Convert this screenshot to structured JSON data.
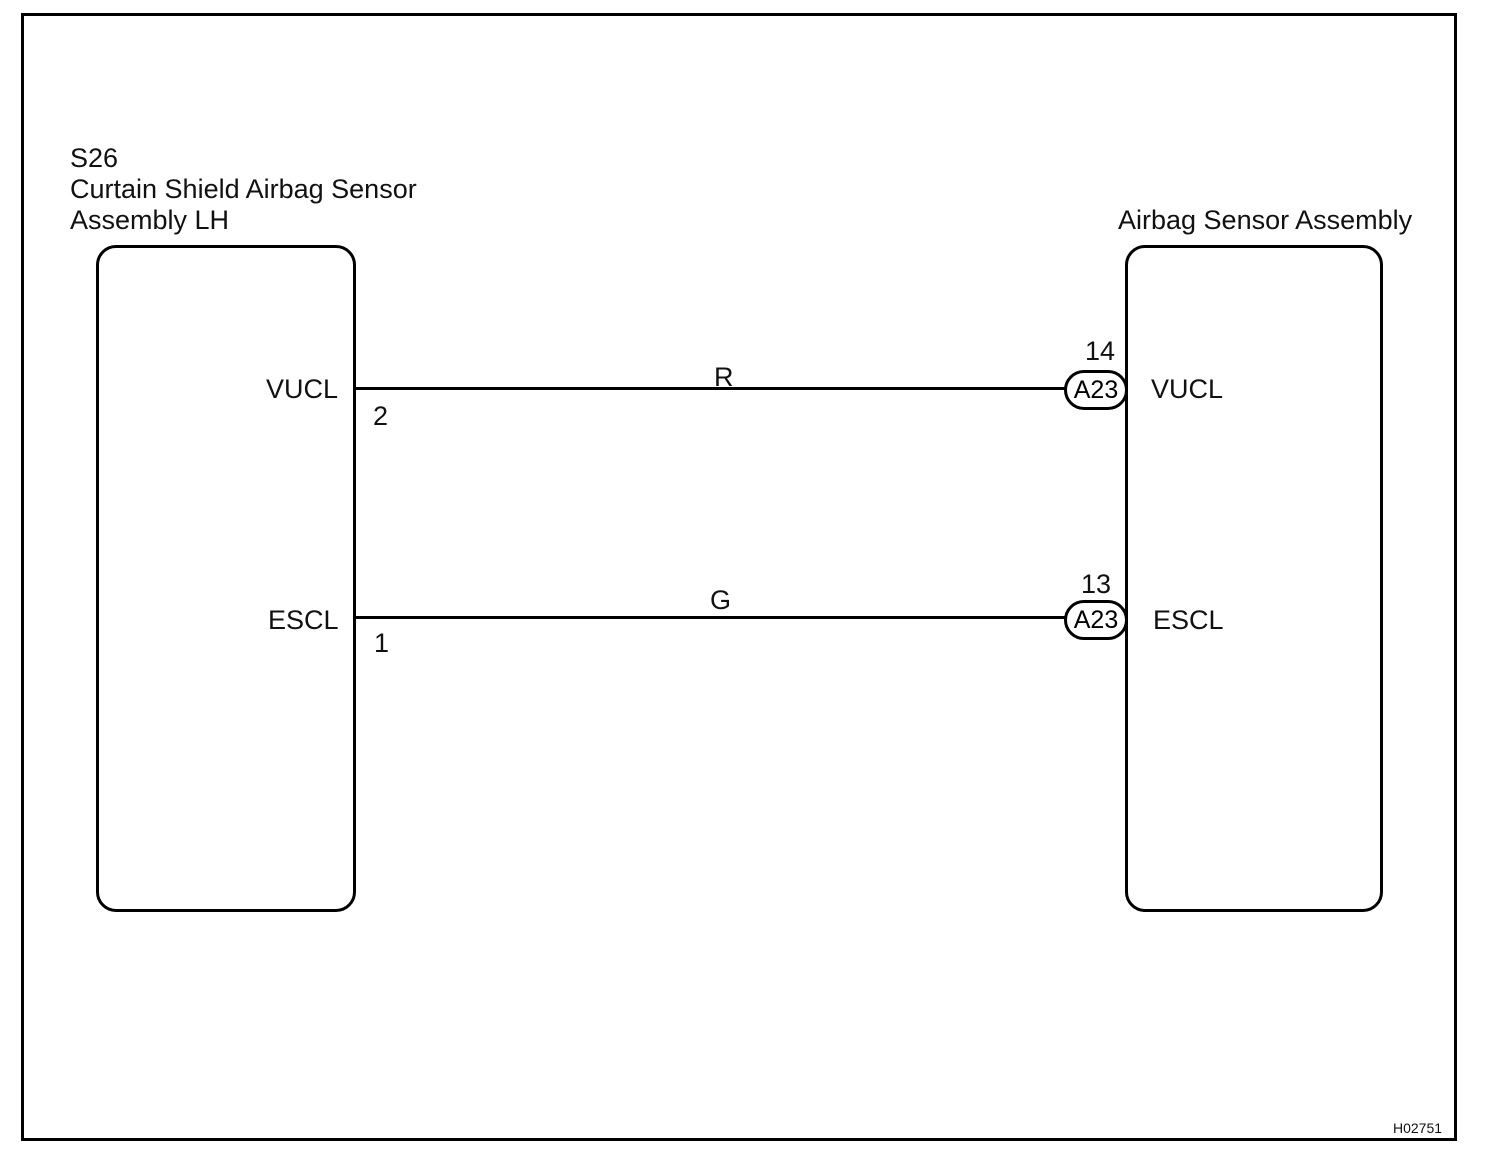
{
  "left_component": {
    "code": "S26",
    "name_line1": "Curtain Shield Airbag Sensor",
    "name_line2": "Assembly LH",
    "pins": [
      {
        "label": "VUCL",
        "number": "2"
      },
      {
        "label": "ESCL",
        "number": "1"
      }
    ]
  },
  "right_component": {
    "name": "Airbag Sensor Assembly",
    "pins": [
      {
        "label": "VUCL",
        "number": "14",
        "connector": "A23"
      },
      {
        "label": "ESCL",
        "number": "13",
        "connector": "A23"
      }
    ]
  },
  "wires": [
    {
      "color_code": "R"
    },
    {
      "color_code": "G"
    }
  ],
  "figure_id": "H02751"
}
